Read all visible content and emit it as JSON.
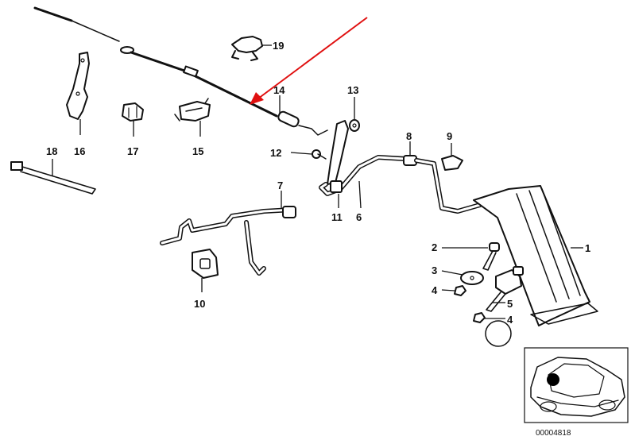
{
  "callouts": {
    "p1": "1",
    "p2": "2",
    "p3": "3",
    "p4a": "4",
    "p4b": "4",
    "p5": "5",
    "p6": "6",
    "p7": "7",
    "p8": "8",
    "p9": "9",
    "p10": "10",
    "p11": "11",
    "p12": "12",
    "p13": "13",
    "p14": "14",
    "p15": "15",
    "p16": "16",
    "p17": "17",
    "p18": "18",
    "p19": "19"
  },
  "reference_number": "00004818",
  "highlight": {
    "arrow_color": "#e01010",
    "points_to": "14"
  },
  "inset": {
    "marker_color": "#000000"
  }
}
